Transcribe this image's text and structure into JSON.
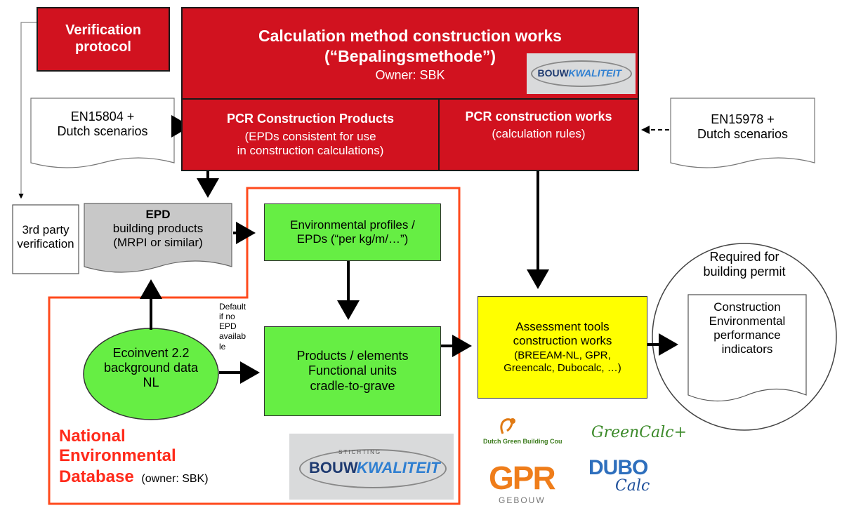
{
  "verification_protocol": [
    "Verification",
    "protocol"
  ],
  "calc_method": {
    "line1": "Calculation method construction works",
    "line2": "(“Bepalingsmethode”)",
    "owner": "Owner: SBK"
  },
  "pcr_products": {
    "title": "PCR Construction Products",
    "line1": "(EPDs consistent for use",
    "line2": "in construction calculations)"
  },
  "pcr_works": {
    "title": "PCR construction works",
    "sub": "(calculation rules)"
  },
  "en15804": [
    "EN15804 +",
    "Dutch scenarios"
  ],
  "en15978": [
    "EN15978 +",
    "Dutch scenarios"
  ],
  "third_party": [
    "3rd party",
    "verification"
  ],
  "epd_doc": {
    "title": "EPD",
    "lines": [
      "building products",
      "(MRPI or similar)"
    ]
  },
  "env_profiles": [
    "Environmental profiles /",
    "EPDs (“per kg/m/…”)"
  ],
  "products_elements": [
    "Products / elements",
    "Functional units",
    "cradle-to-grave"
  ],
  "ecoinvent": [
    "Ecoinvent 2.2",
    "background data",
    "NL"
  ],
  "default_note": [
    "Default",
    "if no",
    "EPD",
    "availab",
    "le"
  ],
  "assessment": {
    "line1": "Assessment tools",
    "line2": "construction works",
    "line3": "(BREEAM-NL, GPR,",
    "line4": "Greencalc, Dubocalc, …)"
  },
  "required": [
    "Required for",
    "building permit"
  ],
  "indicators": [
    "Construction",
    "Environmental",
    "performance",
    "indicators"
  ],
  "national_db": {
    "lines": [
      "National",
      "Environmental",
      "Database"
    ],
    "owner": "(owner: SBK)"
  },
  "logos": {
    "bouwkwaliteit_a": "BOUW",
    "bouwkwaliteit_b": "KWALITEIT",
    "stichting": "STICHTING",
    "dgbc_line": "Dutch Green Building Cou",
    "greencalc": "GreenCalc+",
    "gpr": "GPR",
    "gebouw": "GEBOUW",
    "dubo": "DUBO",
    "calc": "Calc"
  },
  "colors": {
    "red": "#d1121f",
    "green": "#66ee44",
    "yellow": "#ffff00",
    "orange_border": "#ff4a1c",
    "national_text": "#ff2a1a",
    "blue": "#1e5aa8"
  }
}
